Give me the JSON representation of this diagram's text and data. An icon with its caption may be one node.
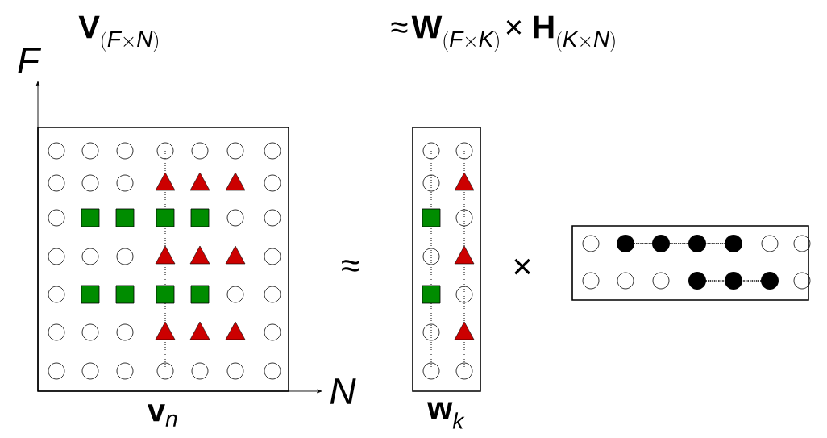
{
  "diagram": {
    "nodes": [
      {
        "text": [],
        "shape": "box",
        "beside": [
          "\\textbf{v}_{\\textit{n}}"
        ]
      },
      {
        "text": [],
        "shape": "box",
        "beside": [
          "\\textbf{w}_{\\textit{k}}"
        ]
      },
      {
        "text": [],
        "shape": "box"
      }
    ],
    "labels": [
      "\\textbf{V}_{(\\textit{F}\\times\\textit{N})}",
      "\\textrm{≈}\\,\\textbf{W}_{(\\textit{F}\\times\\textit{K})}\\,\\textrm{×}\\ \\textbf{H}_{(\\textit{K}\\times\\textit{N})}",
      "\\textit{F}",
      "\\textit{N}",
      "\\textrm{≈}",
      "\\textrm{×}"
    ]
  }
}
